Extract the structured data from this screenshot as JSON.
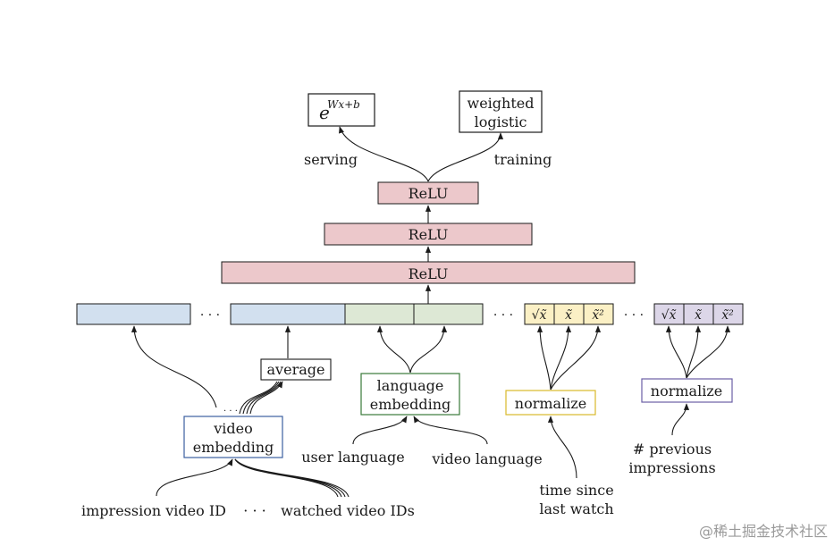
{
  "outputs": {
    "serving_formula": "e",
    "serving_exponent": "Wx+b",
    "training_box": [
      "weighted",
      "logistic"
    ],
    "serving_label": "serving",
    "training_label": "training"
  },
  "layers": {
    "relu_label": "ReLU"
  },
  "embeddings": {
    "average_label": "average",
    "video_embedding": [
      "video",
      "embedding"
    ],
    "language_embedding": [
      "language",
      "embedding"
    ]
  },
  "inputs": {
    "impression_video_id": "impression video ID",
    "watched_video_ids": "watched video IDs",
    "user_language": "user language",
    "video_language": "video language",
    "time_since_last_watch": [
      "time since",
      "last watch"
    ],
    "previous_impressions": [
      "# previous",
      "impressions"
    ]
  },
  "normalize": {
    "label": "normalize",
    "terms": [
      "√x̃",
      "x̃",
      "x̃²"
    ]
  },
  "ellipsis": "· · ·",
  "dots_small": "· · ·",
  "watermark": "@稀土掘金技术社区",
  "colors": {
    "relu_fill": "#ecc8cb",
    "video_fill": "#d2e0ef",
    "language_fill": "#dde8d5",
    "time_fill": "#fbf0c5",
    "impressions_fill": "#dcd6e8",
    "video_border": "#3b5fa0",
    "language_border": "#3a7a3a",
    "time_border": "#d9b92a",
    "impressions_border": "#6b5fa5"
  }
}
